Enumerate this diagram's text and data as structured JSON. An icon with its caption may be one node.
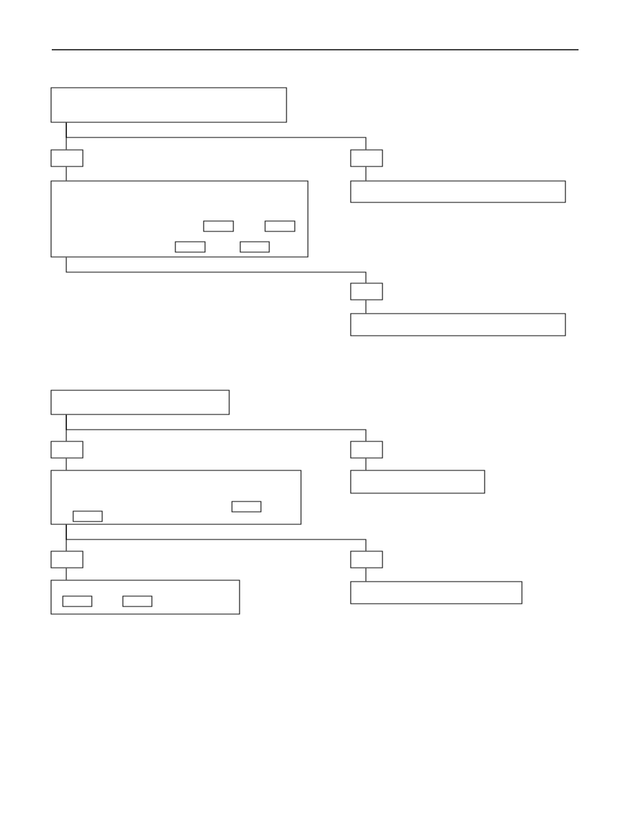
{
  "diagram": {
    "nodes": [
      {
        "text": [],
        "shape": "box"
      },
      {
        "text": [],
        "shape": "box"
      },
      {
        "text": [],
        "shape": "box"
      },
      {
        "text": [],
        "shape": "box"
      },
      {
        "text": [],
        "shape": "box",
        "in": 3
      },
      {
        "text": [],
        "shape": "box",
        "in": 3
      },
      {
        "text": [],
        "shape": "box",
        "in": 3
      },
      {
        "text": [],
        "shape": "box",
        "in": 3
      },
      {
        "text": [],
        "shape": "box"
      },
      {
        "text": [],
        "shape": "box"
      },
      {
        "text": [],
        "shape": "box"
      },
      {
        "text": [],
        "shape": "box"
      },
      {
        "text": [],
        "shape": "box"
      },
      {
        "text": [],
        "shape": "box"
      },
      {
        "text": [],
        "shape": "box"
      },
      {
        "text": [],
        "shape": "box",
        "in": 14
      },
      {
        "text": [],
        "shape": "box",
        "in": 14
      },
      {
        "text": [],
        "shape": "box"
      },
      {
        "text": [],
        "shape": "box"
      },
      {
        "text": [],
        "shape": "box"
      },
      {
        "text": [],
        "shape": "box"
      },
      {
        "text": [],
        "shape": "box",
        "in": 20
      },
      {
        "text": [],
        "shape": "box",
        "in": 20
      },
      {
        "text": [],
        "shape": "box"
      }
    ],
    "edges": [
      {
        "from": 0,
        "to": 1,
        "arrow": "none"
      },
      {
        "from": 0,
        "to": 2,
        "arrow": "none"
      },
      {
        "from": 1,
        "to": 3,
        "arrow": "none"
      },
      {
        "from": 2,
        "to": 8,
        "arrow": "none"
      },
      {
        "from": 3,
        "to": 9,
        "arrow": "none"
      },
      {
        "from": 9,
        "to": 10,
        "arrow": "none"
      },
      {
        "from": 11,
        "to": 12,
        "arrow": "none"
      },
      {
        "from": 11,
        "to": 13,
        "arrow": "none"
      },
      {
        "from": 12,
        "to": 14,
        "arrow": "none"
      },
      {
        "from": 13,
        "to": 17,
        "arrow": "none"
      },
      {
        "from": 14,
        "to": 18,
        "arrow": "none"
      },
      {
        "from": 14,
        "to": 19,
        "arrow": "none"
      },
      {
        "from": 18,
        "to": 20,
        "arrow": "none"
      },
      {
        "from": 19,
        "to": 23,
        "arrow": "none"
      }
    ]
  }
}
